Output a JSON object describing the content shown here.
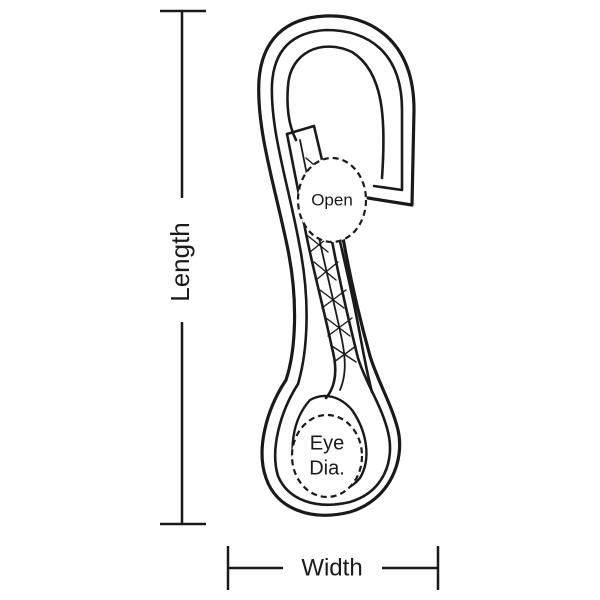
{
  "labels": {
    "length": "Length",
    "width": "Width",
    "open": "Open",
    "eye_line1": "Eye",
    "eye_line2": "Dia."
  },
  "icons": {
    "hook": "snap-hook-icon"
  },
  "colors": {
    "stroke": "#1a1a1a",
    "background": "#ffffff"
  }
}
